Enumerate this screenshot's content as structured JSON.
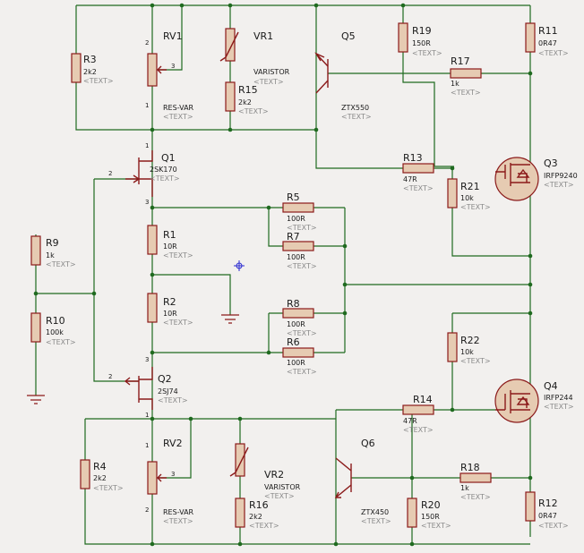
{
  "placeholder": "<TEXT>",
  "components": [
    {
      "id": "r3",
      "ref": "R3",
      "value": "2k2"
    },
    {
      "id": "rv1",
      "ref": "RV1",
      "value": "",
      "type": "RES-VAR"
    },
    {
      "id": "vr1",
      "ref": "VR1",
      "value": "VARISTOR"
    },
    {
      "id": "r15",
      "ref": "R15",
      "value": "2k2"
    },
    {
      "id": "q5",
      "ref": "Q5",
      "value": "ZTX550"
    },
    {
      "id": "r19",
      "ref": "R19",
      "value": "150R"
    },
    {
      "id": "r11",
      "ref": "R11",
      "value": "0R47"
    },
    {
      "id": "r17",
      "ref": "R17",
      "value": "1k"
    },
    {
      "id": "q1",
      "ref": "Q1",
      "value": "2SK170"
    },
    {
      "id": "r13",
      "ref": "R13",
      "value": "47R"
    },
    {
      "id": "q3",
      "ref": "Q3",
      "value": "IRFP9240"
    },
    {
      "id": "r21",
      "ref": "R21",
      "value": "10k"
    },
    {
      "id": "r5",
      "ref": "R5",
      "value": "100R"
    },
    {
      "id": "r7",
      "ref": "R7",
      "value": "100R"
    },
    {
      "id": "r1",
      "ref": "R1",
      "value": "10R"
    },
    {
      "id": "r9",
      "ref": "R9",
      "value": "1k"
    },
    {
      "id": "r10",
      "ref": "R10",
      "value": "100k"
    },
    {
      "id": "r2",
      "ref": "R2",
      "value": "10R"
    },
    {
      "id": "r8",
      "ref": "R8",
      "value": "100R"
    },
    {
      "id": "r6",
      "ref": "R6",
      "value": "100R"
    },
    {
      "id": "r22",
      "ref": "R22",
      "value": "10k"
    },
    {
      "id": "q2",
      "ref": "Q2",
      "value": "2SJ74"
    },
    {
      "id": "q4",
      "ref": "Q4",
      "value": "IRFP244"
    },
    {
      "id": "r14",
      "ref": "R14",
      "value": "47R"
    },
    {
      "id": "r4",
      "ref": "R4",
      "value": "2k2"
    },
    {
      "id": "rv2",
      "ref": "RV2",
      "value": "",
      "type": "RES-VAR"
    },
    {
      "id": "vr2",
      "ref": "VR2",
      "value": "VARISTOR"
    },
    {
      "id": "q6",
      "ref": "Q6",
      "value": "ZTX450"
    },
    {
      "id": "r18",
      "ref": "R18",
      "value": "1k"
    },
    {
      "id": "r16",
      "ref": "R16",
      "value": "2k2"
    },
    {
      "id": "r20",
      "ref": "R20",
      "value": "150R"
    },
    {
      "id": "r12",
      "ref": "R12",
      "value": "0R47"
    }
  ],
  "pins": {
    "rv1_top": "2",
    "rv1_wiper": "3",
    "rv1_bottom": "1",
    "rv2_top": "1",
    "rv2_wiper": "3",
    "rv2_bottom": "2",
    "q1_gate": "2",
    "q1_source": "3",
    "q1_drain": "1",
    "q2_gate": "2",
    "q2_source": "3",
    "q2_drain": "1"
  }
}
